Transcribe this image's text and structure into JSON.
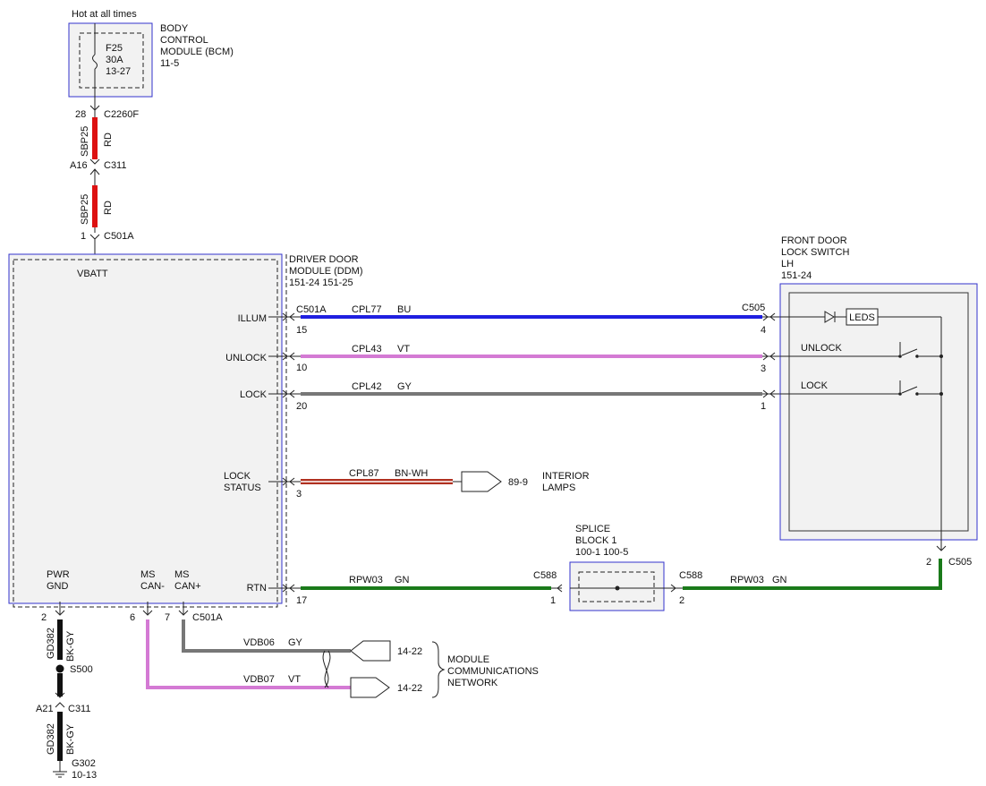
{
  "colors": {
    "BU": "#1f1fe0",
    "VT": "#d47ad4",
    "GY": "#777777",
    "RD": "#dd1111",
    "BN_WH": "#b03020",
    "GN": "#1a7a1a",
    "BK_GY": "#111111",
    "module_outline": "#3333cc",
    "module_fill": "#f2f2f2"
  },
  "bcm": {
    "hot_label": "Hot at all times",
    "fuse_id": "F25",
    "fuse_rating": "30A",
    "fuse_ref": "13-27",
    "name_lines": [
      "BODY",
      "CONTROL",
      "MODULE (BCM)",
      "11-5"
    ]
  },
  "power_feed": {
    "pin_top": "28",
    "conn_top": "C2260F",
    "circuit": "SBP25",
    "color": "RD",
    "inline_pin": "A16",
    "inline_conn": "C311",
    "ddm_pin": "1",
    "ddm_conn": "C501A"
  },
  "ddm": {
    "name_lines": [
      "DRIVER DOOR",
      "MODULE (DDM)",
      "151-24  151-25"
    ],
    "vbatt": "VBATT",
    "illum": "ILLUM",
    "unlock": "UNLOCK",
    "lock": "LOCK",
    "lock_status_1": "LOCK",
    "lock_status_2": "STATUS",
    "pwr_gnd_1": "PWR",
    "pwr_gnd_2": "GND",
    "ms_can_minus_1": "MS",
    "ms_can_minus_2": "CAN-",
    "ms_can_plus_1": "MS",
    "ms_can_plus_2": "CAN+",
    "rtn": "RTN"
  },
  "switch_module": {
    "name_lines": [
      "FRONT DOOR",
      "LOCK SWITCH",
      "LH",
      "151-24"
    ],
    "leds": "LEDS",
    "unlock": "UNLOCK",
    "lock": "LOCK"
  },
  "wires": {
    "c501a": "C501A",
    "c505": "C505",
    "illum": {
      "ddm_pin": "15",
      "circuit": "CPL77",
      "color": "BU",
      "sw_pin": "4"
    },
    "unlock": {
      "ddm_pin": "10",
      "circuit": "CPL43",
      "color": "VT",
      "sw_pin": "3"
    },
    "lock": {
      "ddm_pin": "20",
      "circuit": "CPL42",
      "color": "GY",
      "sw_pin": "1"
    },
    "lock_status": {
      "ddm_pin": "3",
      "circuit": "CPL87",
      "color": "BN-WH",
      "dest_ref": "89-9",
      "dest_1": "INTERIOR",
      "dest_2": "LAMPS"
    },
    "rtn_left": {
      "ddm_pin": "17",
      "circuit": "RPW03",
      "color": "GN",
      "conn": "C588",
      "pin": "1"
    },
    "rtn_right": {
      "conn": "C588",
      "pin": "2",
      "circuit": "RPW03",
      "color": "GN",
      "sw_pin": "2",
      "sw_conn": "C505"
    }
  },
  "splice": {
    "name_lines": [
      "SPLICE",
      "BLOCK 1",
      "100-1  100-5"
    ]
  },
  "can": {
    "pin_minus": "6",
    "pin_plus": "7",
    "conn": "C501A",
    "vdb06": "VDB06",
    "vdb06_color": "GY",
    "vdb07": "VDB07",
    "vdb07_color": "VT",
    "ref_1": "14-22",
    "ref_2": "14-22",
    "network_lines": [
      "MODULE",
      "COMMUNICATIONS",
      "NETWORK"
    ]
  },
  "ground": {
    "pin": "2",
    "circuit": "GD382",
    "color": "BK-GY",
    "splice": "S500",
    "inline_pin": "A21",
    "inline_conn": "C311",
    "ground_id": "G302",
    "ground_ref": "10-13"
  }
}
